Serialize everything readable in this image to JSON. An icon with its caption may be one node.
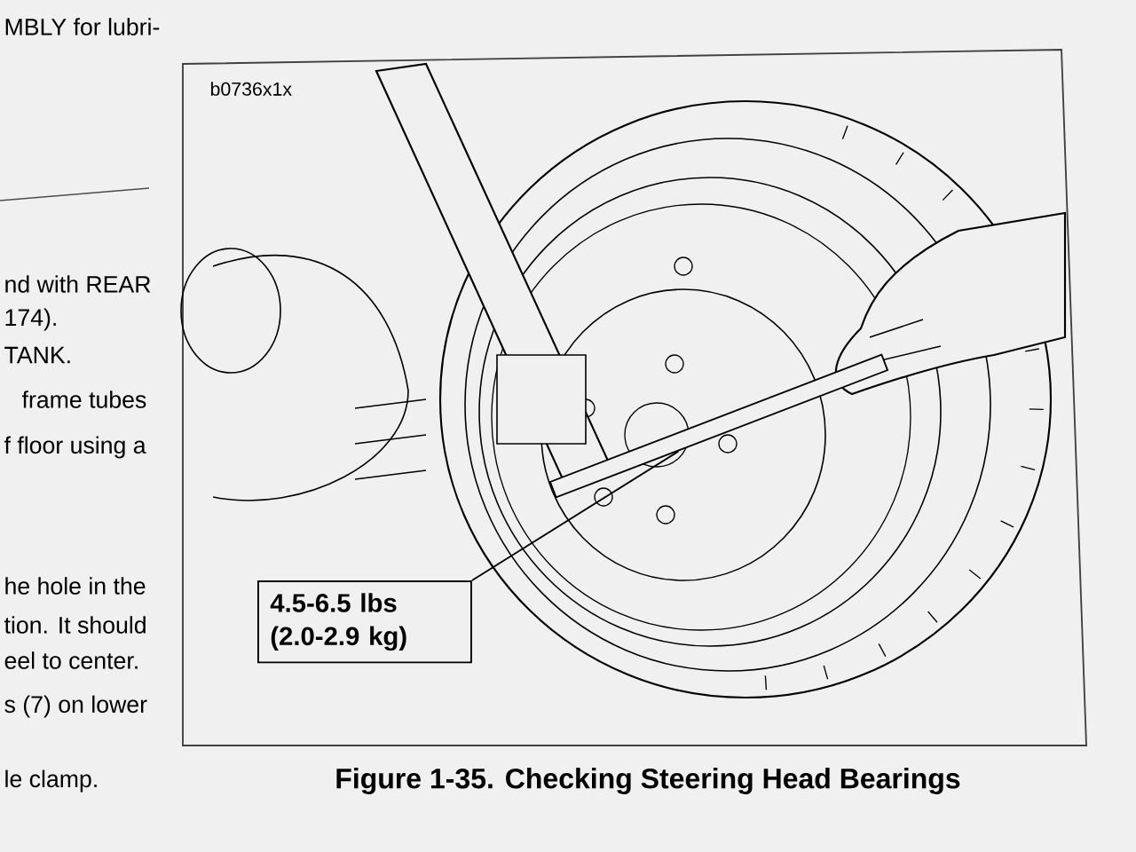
{
  "diagram": {
    "caption": "Figure 1-35. Checking Steering Head Bearings",
    "nodes": [
      {
        "text": [
          "4.5-6.5 lbs (2.0-2.9 kg)"
        ]
      },
      {
        "text": [],
        "shape": "picture"
      }
    ],
    "edges": [
      {
        "from": 0,
        "to": 1,
        "arrow": "none"
      }
    ],
    "labels": [
      "MBLY for lubri-",
      "nd with REAR",
      "174).",
      "TANK.",
      "frame tubes",
      "f floor using a",
      "he hole in the",
      "tion. It should",
      "eel to center.",
      "s (7) on lower",
      "le clamp.",
      "b0736x1x"
    ]
  }
}
